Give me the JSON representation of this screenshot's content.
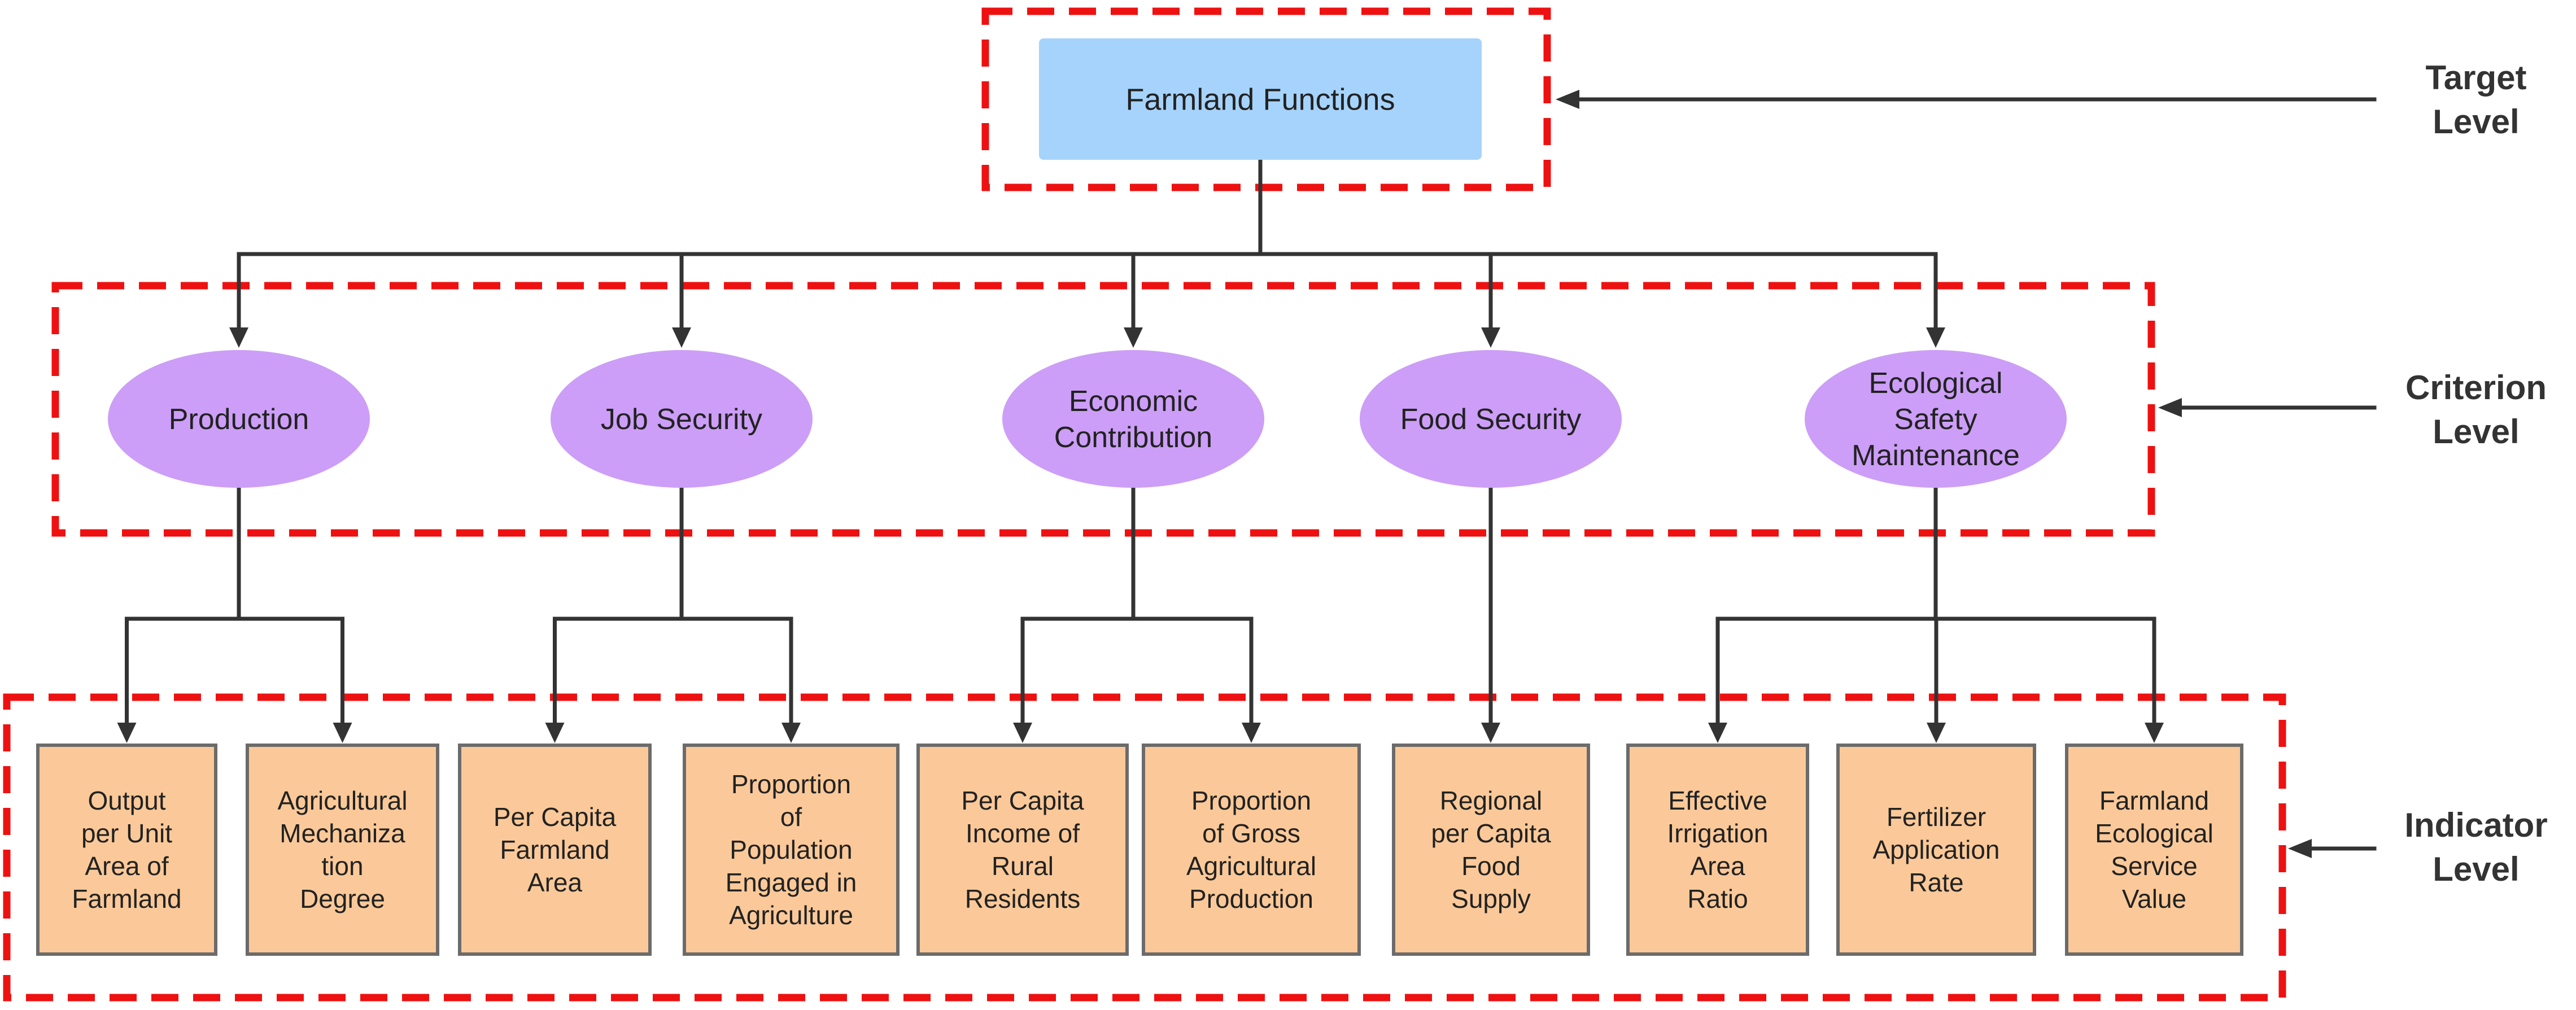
{
  "colors": {
    "target_fill": "#a6d3fb",
    "criterion_fill": "#cc9ef7",
    "indicator_fill": "#fbc999",
    "indicator_stroke": "#6b6b6b",
    "dash": "#ee1111",
    "line": "#333333"
  },
  "target": {
    "label": "Farmland Functions"
  },
  "criteria": [
    {
      "label": "Production"
    },
    {
      "label": "Job Security"
    },
    {
      "label": "Economic\nContribution"
    },
    {
      "label": "Food Security"
    },
    {
      "label": "Ecological\nSafety\nMaintenance"
    }
  ],
  "indicators": [
    {
      "label": "Output\nper Unit\nArea of\nFarmland",
      "criterion": 0
    },
    {
      "label": "Agricultural\nMechaniza\ntion\nDegree",
      "criterion": 0
    },
    {
      "label": "Per Capita\nFarmland\nArea",
      "criterion": 1
    },
    {
      "label": "Proportion\nof\nPopulation\nEngaged in\nAgriculture",
      "criterion": 1
    },
    {
      "label": "Per Capita\nIncome of\nRural\nResidents",
      "criterion": 2
    },
    {
      "label": "Proportion\nof Gross\nAgricultural\nProduction",
      "criterion": 2
    },
    {
      "label": "Regional\nper Capita\nFood\nSupply",
      "criterion": 3
    },
    {
      "label": "Effective\nIrrigation\nArea\nRatio",
      "criterion": 4
    },
    {
      "label": "Fertilizer\nApplication\nRate",
      "criterion": 4
    },
    {
      "label": "Farmland\nEcological\nService\nValue",
      "criterion": 4
    }
  ],
  "levels": [
    {
      "label": "Target\nLevel"
    },
    {
      "label": "Criterion\nLevel"
    },
    {
      "label": "Indicator\nLevel"
    }
  ]
}
